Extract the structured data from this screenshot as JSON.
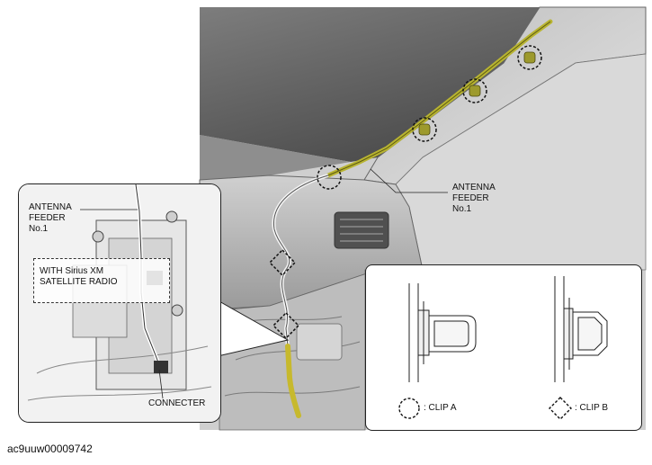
{
  "main_labels": {
    "feeder_line1": "ANTENNA",
    "feeder_line2": "FEEDER",
    "feeder_line3": "No.1"
  },
  "inset_left": {
    "feeder_line1": "ANTENNA",
    "feeder_line2": "FEEDER",
    "feeder_line3": "No.1",
    "sirius_line1": "WITH Sirius XM",
    "sirius_line2": "SATELLITE RADIO",
    "connector": "CONNECTER"
  },
  "inset_right": {
    "clip_a": ": CLIP A",
    "clip_b": ": CLIP B"
  },
  "footer": {
    "code": "ac9uuw00009742"
  }
}
